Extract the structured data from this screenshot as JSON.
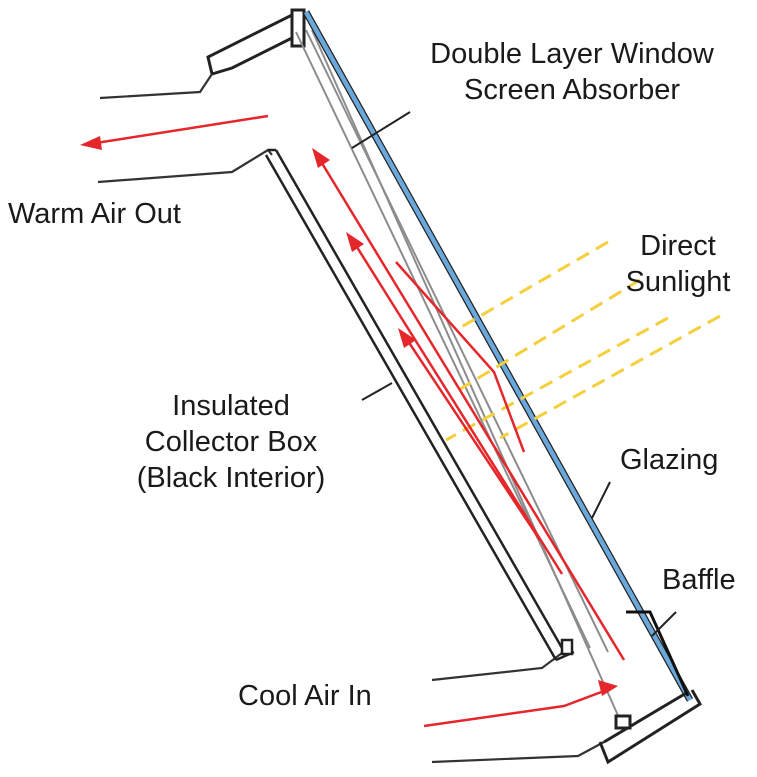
{
  "labels": {
    "absorber": [
      "Double Layer Window",
      "Screen Absorber"
    ],
    "warm_air": "Warm Air Out",
    "sunlight": [
      "Direct",
      "Sunlight"
    ],
    "collector": [
      "Insulated",
      "Collector Box",
      "(Black Interior)"
    ],
    "glazing": "Glazing",
    "baffle": "Baffle",
    "cool_air": "Cool Air In"
  },
  "colors": {
    "glazing": "#6aa8dc",
    "airflow": "#e5262b",
    "sunlight": "#f5cf3c",
    "outline": "#222222",
    "screen": "#888888"
  }
}
